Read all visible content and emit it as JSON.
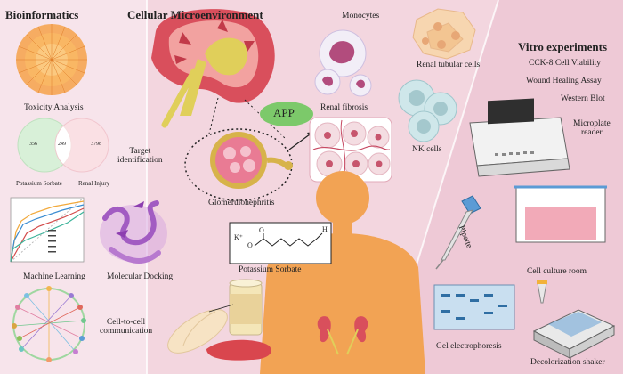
{
  "sections": {
    "bioinformatics": "Bioinformatics",
    "cellular": "Cellular Microenvironment",
    "vitro": "Vitro experiments"
  },
  "left": {
    "toxicity": "Toxicity Analysis",
    "venn": {
      "left_count": "356",
      "overlap": "249",
      "right_count": "3798",
      "left_set": "Potassium Sorbate",
      "right_set": "Renal Injury"
    },
    "target": "Target\nidentification",
    "machine": "Machine Learning",
    "docking": "Molecular Docking",
    "cell_comm": "Cell-to-cell\ncommunication"
  },
  "center": {
    "monocytes": "Monocytes",
    "renal_tubular": "Renal tubular cells",
    "app": "APP",
    "renal_fibrosis": "Renal fibrosis",
    "nk": "NK cells",
    "glom": "Glomerulonephritis",
    "potassium": "Potassium Sorbate",
    "formula": {
      "k": "K⁺",
      "o1": "O",
      "o2": "O",
      "h": "H"
    }
  },
  "right": {
    "cck8": "CCK-8 Cell Viability",
    "wound": "Wound Healing Assay",
    "western": "Western Blot",
    "microplate": "Microplate\nreader",
    "pipette": "Pipette",
    "culture": "Cell culture room",
    "gel": "Gel electrophoresis",
    "shaker": "Decolorization shaker"
  },
  "colors": {
    "bg": "#f3d6df",
    "panel_left": "#f7e3ea",
    "kidney": "#d94f5c",
    "app_green": "#7cc96a",
    "skin": "#f2a354",
    "cell_blue": "#cfe7ea"
  }
}
